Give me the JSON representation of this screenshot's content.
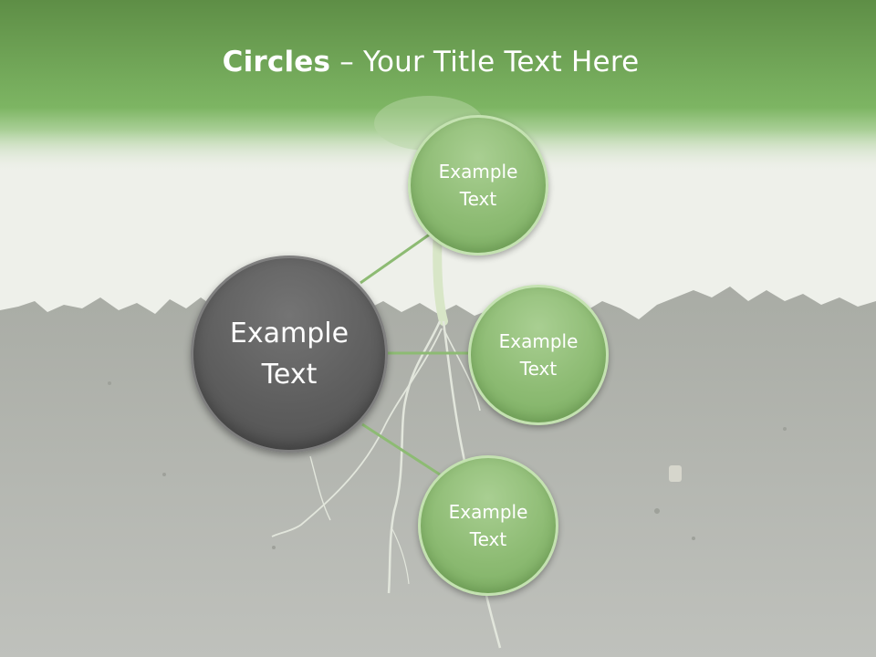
{
  "slide": {
    "title_bold": "Circles",
    "title_rest": " – Your Title Text Here"
  },
  "diagram": {
    "center": {
      "label": "Example\nText",
      "color": "#5e5e5e"
    },
    "satellites": [
      {
        "label": "Example\nText",
        "color": "#8dbb73"
      },
      {
        "label": "Example\nText",
        "color": "#8dbb73"
      },
      {
        "label": "Example\nText",
        "color": "#8dbb73"
      }
    ],
    "connector_color": "#8dbb73"
  },
  "theme": {
    "header_green": "#72ac5a",
    "soil_gray": "#b9bcb6",
    "sky": "#eef0ea"
  }
}
